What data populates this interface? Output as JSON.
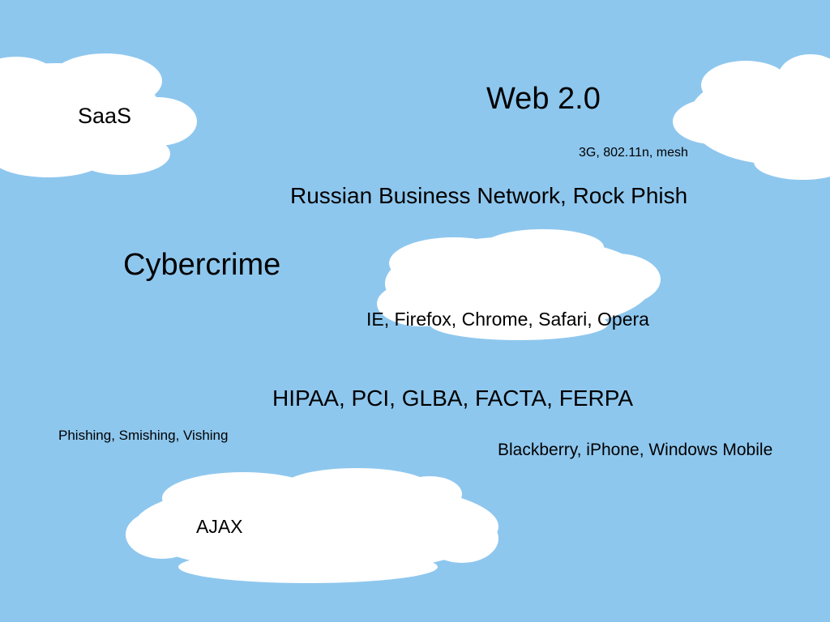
{
  "slide": {
    "background_color": "#8ec7ee",
    "cloud_color": "#ffffff",
    "terms": {
      "saas": "SaaS",
      "web2": "Web 2.0",
      "wireless": "3G, 802.11n, mesh",
      "rbn": "Russian Business Network, Rock Phish",
      "cybercrime": "Cybercrime",
      "browsers": "IE, Firefox, Chrome, Safari, Opera",
      "compliance": "HIPAA, PCI, GLBA, FACTA, FERPA",
      "phishing": "Phishing, Smishing, Vishing",
      "mobile": "Blackberry, iPhone, Windows Mobile",
      "ajax": "AJAX"
    }
  }
}
